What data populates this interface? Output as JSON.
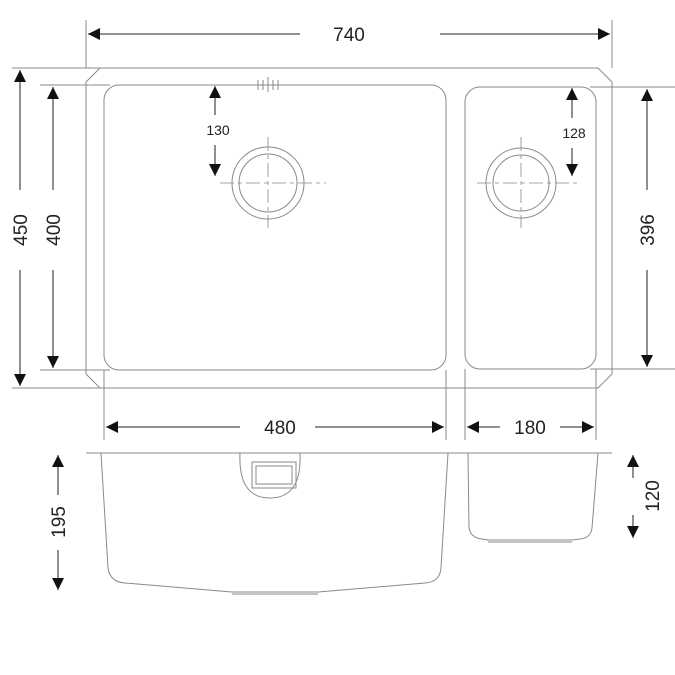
{
  "dimensions": {
    "overall_width": "740",
    "overall_depth": "450",
    "main_bowl_depth": "400",
    "small_bowl_depth": "396",
    "main_bowl_width": "480",
    "small_bowl_width": "180",
    "main_drain_offset": "130",
    "small_drain_offset": "128",
    "main_bowl_height": "195",
    "small_bowl_height": "120"
  }
}
